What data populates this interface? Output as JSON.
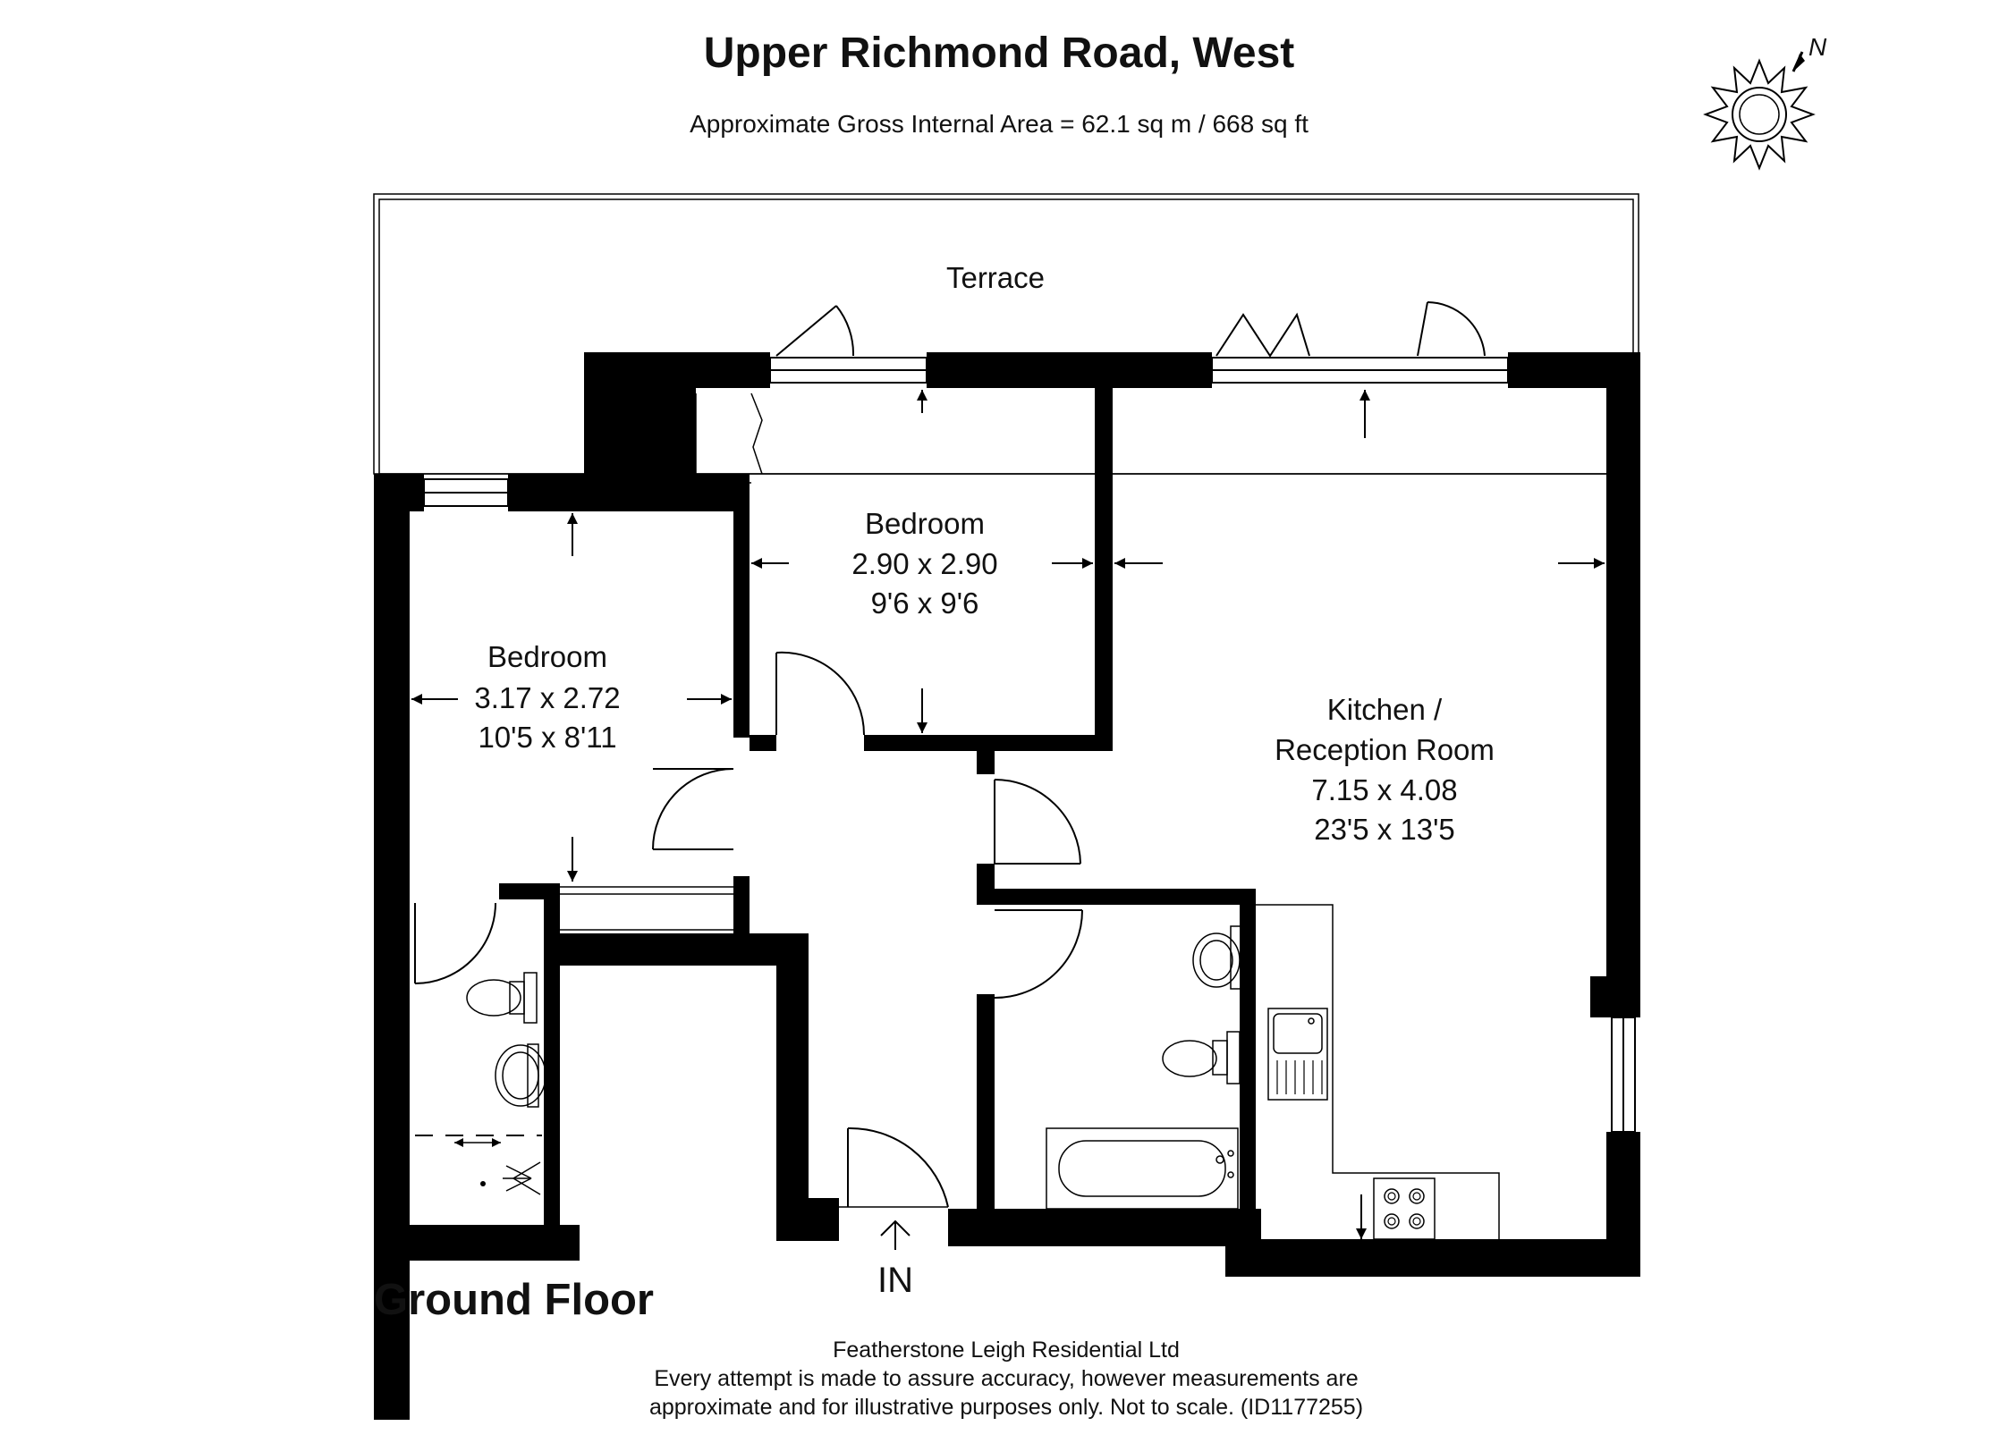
{
  "header": {
    "title": "Upper Richmond Road, West",
    "subtitle": "Approximate Gross Internal Area = 62.1 sq m / 668 sq ft"
  },
  "compass": {
    "label": "N"
  },
  "rooms": {
    "terrace": {
      "name": "Terrace"
    },
    "bedroom_top": {
      "name": "Bedroom",
      "metric": "2.90 x 2.90",
      "imperial": "9'6 x 9'6"
    },
    "bedroom_left": {
      "name": "Bedroom",
      "metric": "3.17 x 2.72",
      "imperial": "10'5 x 8'11"
    },
    "kitchen": {
      "name_line1": "Kitchen /",
      "name_line2": "Reception Room",
      "metric": "7.15 x 4.08",
      "imperial": "23'5 x 13'5"
    }
  },
  "entrance": {
    "label": "IN"
  },
  "floor_label": "Ground Floor",
  "footer": {
    "company": "Featherstone Leigh Residential Ltd",
    "disclaimer_line1": "Every attempt is made to assure accuracy, however measurements are",
    "disclaimer_line2": "approximate and for illustrative purposes only. Not to scale. (ID1177255)"
  }
}
